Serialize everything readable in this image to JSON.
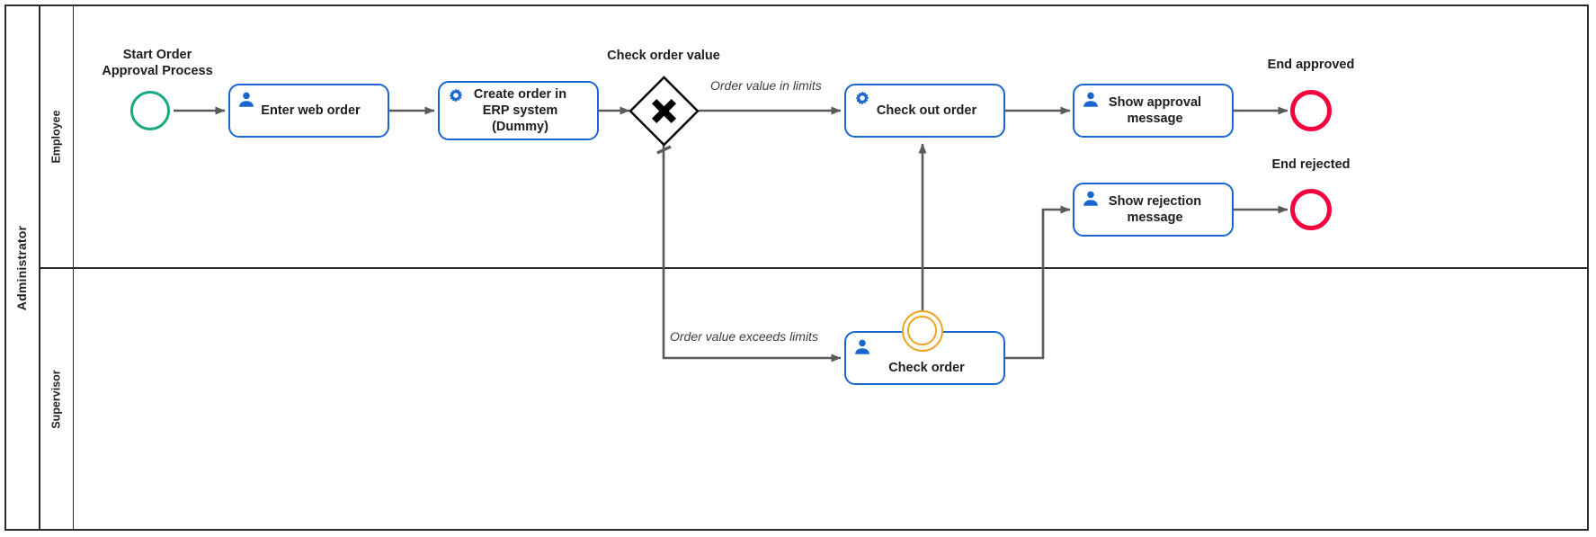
{
  "diagram": {
    "type": "bpmn-process",
    "pool": {
      "name": "Administrator"
    },
    "lanes": [
      {
        "id": "employee",
        "name": "Employee"
      },
      {
        "id": "supervisor",
        "name": "Supervisor"
      }
    ],
    "colors": {
      "task_border": "#1a66d0",
      "task_icon": "#1a66d0",
      "start_event": "#17a980",
      "end_event": "#f5003c",
      "boundary_event": "#efa322",
      "gateway_border": "#000000",
      "gateway_marker": "#000000",
      "connector": "#5a5a5a",
      "lane_border": "#2b2b2b",
      "text": "#1d1d1d"
    }
  },
  "nodes": {
    "start_event": {
      "label": "Start Order\nApproval Process",
      "kind": "start-event",
      "lane": "employee"
    },
    "enter_web_order": {
      "label": "Enter web order",
      "kind": "user-task",
      "icon": "user-icon",
      "lane": "employee"
    },
    "create_order_erp": {
      "label": "Create order in\nERP system\n(Dummy)",
      "kind": "service-task",
      "icon": "gear-icon",
      "lane": "employee"
    },
    "check_order_value": {
      "label": "Check order value",
      "kind": "exclusive-gateway",
      "marker": "x-marker",
      "lane": "employee"
    },
    "check_out_order": {
      "label": "Check out order",
      "kind": "service-task",
      "icon": "gear-icon",
      "lane": "employee"
    },
    "show_approval_message": {
      "label": "Show approval\nmessage",
      "kind": "user-task",
      "icon": "user-icon",
      "lane": "employee"
    },
    "end_approved": {
      "label": "End approved",
      "kind": "end-event",
      "lane": "employee"
    },
    "show_rejection_message": {
      "label": "Show rejection\nmessage",
      "kind": "user-task",
      "icon": "user-icon",
      "lane": "employee"
    },
    "end_rejected": {
      "label": "End rejected",
      "kind": "end-event",
      "lane": "employee"
    },
    "check_order": {
      "label": "Check order",
      "kind": "user-task",
      "icon": "user-icon",
      "lane": "supervisor",
      "boundary_event": "boundary-event-icon"
    }
  },
  "flows": [
    {
      "from": "start_event",
      "to": "enter_web_order",
      "label": ""
    },
    {
      "from": "enter_web_order",
      "to": "create_order_erp",
      "label": ""
    },
    {
      "from": "create_order_erp",
      "to": "check_order_value",
      "label": ""
    },
    {
      "from": "check_order_value",
      "to": "check_out_order",
      "label": "Order value in limits"
    },
    {
      "from": "check_order_value",
      "to": "check_order",
      "label": "Order value exceeds limits",
      "default": true
    },
    {
      "from": "check_order",
      "to": "check_out_order",
      "label": ""
    },
    {
      "from": "check_order",
      "to": "show_rejection_message",
      "label": ""
    },
    {
      "from": "check_out_order",
      "to": "show_approval_message",
      "label": ""
    },
    {
      "from": "show_approval_message",
      "to": "end_approved",
      "label": ""
    },
    {
      "from": "show_rejection_message",
      "to": "end_rejected",
      "label": ""
    }
  ]
}
